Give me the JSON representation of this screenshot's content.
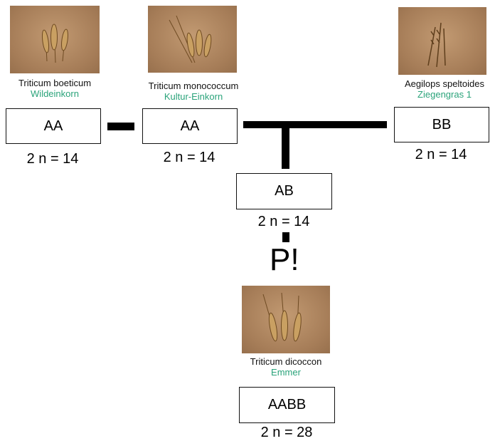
{
  "species": {
    "boeticum": {
      "scientific": "Triticum boeticum",
      "common": "Wildeinkorn",
      "genome": "AA",
      "chromosomes": "2 n = 14",
      "photo_icon": "wheat-ear-photo"
    },
    "monococcum": {
      "scientific": "Triticum monococcum",
      "common": "Kultur-Einkorn",
      "genome": "AA",
      "chromosomes": "2 n = 14",
      "photo_icon": "wheat-ear-photo"
    },
    "speltoides": {
      "scientific": "Aegilops speltoides",
      "common": "Ziegengras 1",
      "genome": "BB",
      "chromosomes": "2 n = 14",
      "photo_icon": "wheat-ear-photo"
    },
    "hybrid": {
      "genome": "AB",
      "chromosomes": "2 n = 14"
    },
    "dicoccon": {
      "scientific": "Triticum dicoccon",
      "common": "Emmer",
      "genome": "AABB",
      "chromosomes": "2 n = 28",
      "photo_icon": "wheat-ear-photo"
    }
  },
  "polyploidy_mark": "P!",
  "colors": {
    "common_name": "#2aa37a",
    "photo_background": "#a67d58",
    "connector": "#000000"
  }
}
